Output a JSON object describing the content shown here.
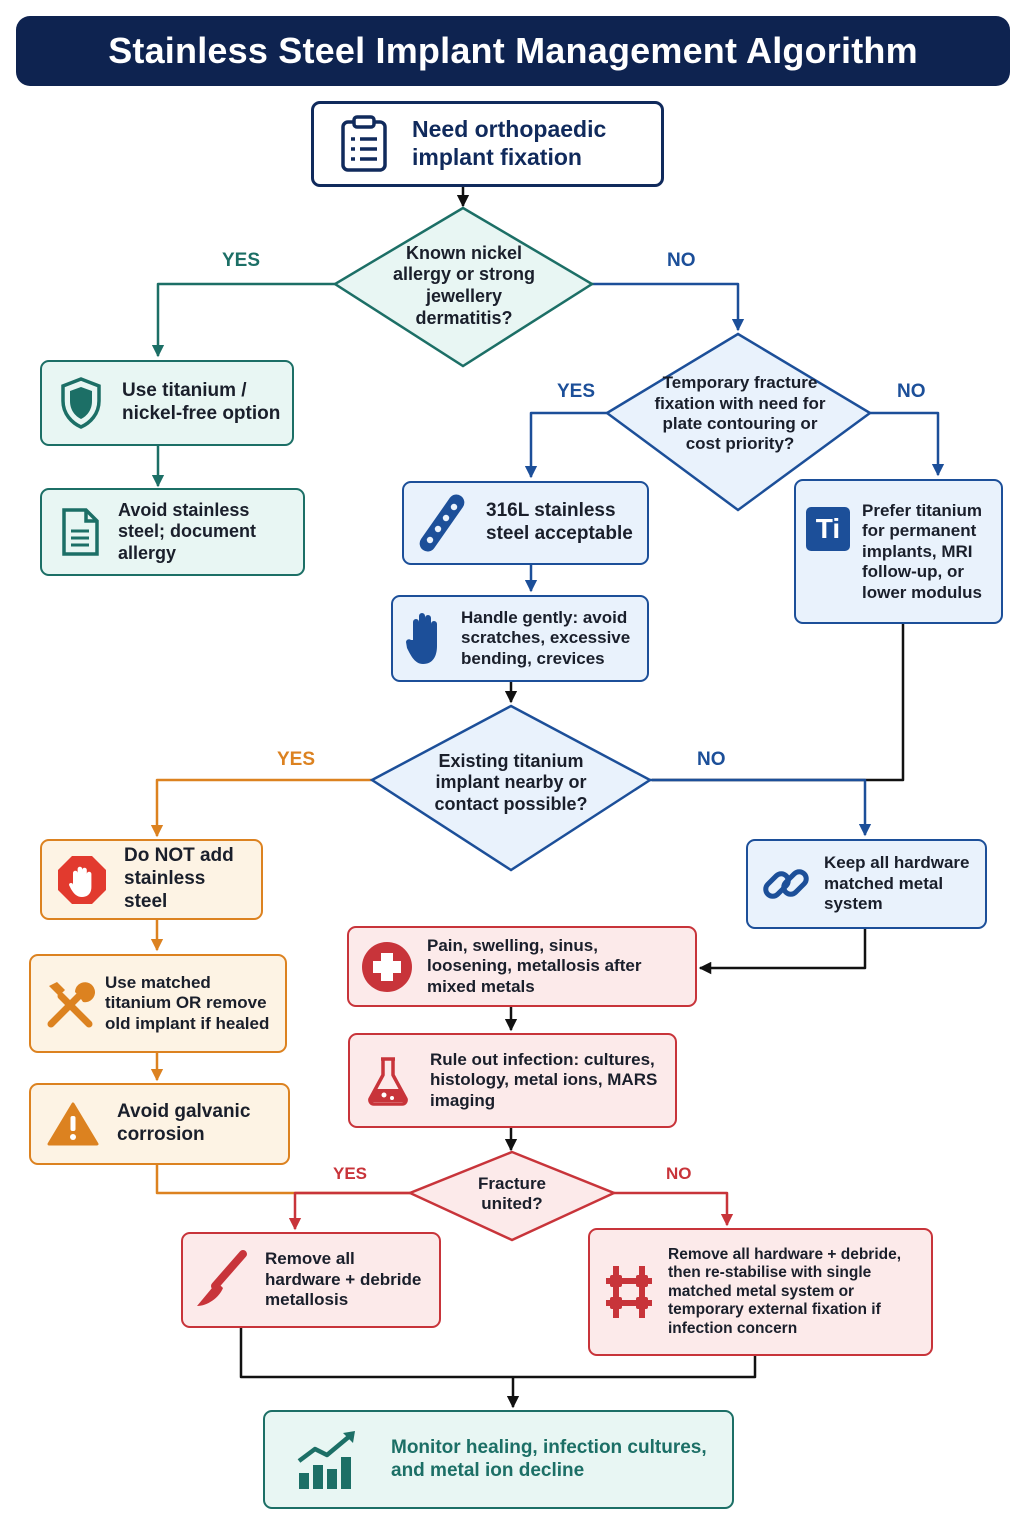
{
  "title": "Stainless Steel Implant Management Algorithm",
  "start": {
    "text": "Need orthopaedic implant fixation",
    "icon": "clipboard-icon"
  },
  "q_nickel": {
    "text": "Known nickel allergy or strong jewellery dermatitis?",
    "yes": "YES",
    "no": "NO"
  },
  "nickel_yes": [
    {
      "text": "Use titanium / nickel-free option",
      "icon": "shield-icon"
    },
    {
      "text": "Avoid stainless steel; document allergy",
      "icon": "document-icon"
    }
  ],
  "q_temporary": {
    "text": "Temporary fracture fixation with need for plate contouring or cost priority?",
    "yes": "YES",
    "no": "NO"
  },
  "steel_ok": {
    "text": "316L stainless steel acceptable",
    "icon": "bone-plate-icon"
  },
  "handle": {
    "text": "Handle gently: avoid scratches, excessive bending, crevices",
    "icon": "glove-icon"
  },
  "prefer_ti": {
    "text": "Prefer titanium for permanent implants, MRI follow-up, or lower modulus",
    "icon": "titanium-element-icon",
    "icon_label": "Ti"
  },
  "q_existing": {
    "text": "Existing titanium implant nearby or contact possible?",
    "yes": "YES",
    "no": "NO"
  },
  "existing_yes": [
    {
      "text": "Do NOT add stainless steel",
      "icon": "stop-hand-icon"
    },
    {
      "text": "Use matched titanium OR remove old implant if healed",
      "icon": "tools-icon"
    },
    {
      "text": "Avoid galvanic corrosion",
      "icon": "warning-icon"
    }
  ],
  "keep_matched": {
    "text": "Keep all hardware matched metal system",
    "icon": "chain-link-icon"
  },
  "pain": {
    "text": "Pain, swelling, sinus, loosening, metallosis after mixed metals",
    "icon": "medical-cross-icon"
  },
  "rule_out": {
    "text": "Rule out infection: cultures, histology, metal ions, MARS imaging",
    "icon": "flask-icon"
  },
  "q_united": {
    "text": "Fracture united?",
    "yes": "YES",
    "no": "NO"
  },
  "united_yes": {
    "text": "Remove all hardware + debride metallosis",
    "icon": "scalpel-icon"
  },
  "united_no": {
    "text": "Remove all hardware + debride, then re-stabilise with single matched metal system or temporary external fixation if infection concern",
    "icon": "external-fixator-icon"
  },
  "monitor": {
    "text": "Monitor healing, infection cultures, and metal ion decline",
    "icon": "growth-chart-icon"
  },
  "colors": {
    "navy": "#0e2350",
    "teal": "#1c6f66",
    "blue": "#1c4f99",
    "orange": "#dc8220",
    "red": "#c8343a",
    "black": "#111111"
  }
}
